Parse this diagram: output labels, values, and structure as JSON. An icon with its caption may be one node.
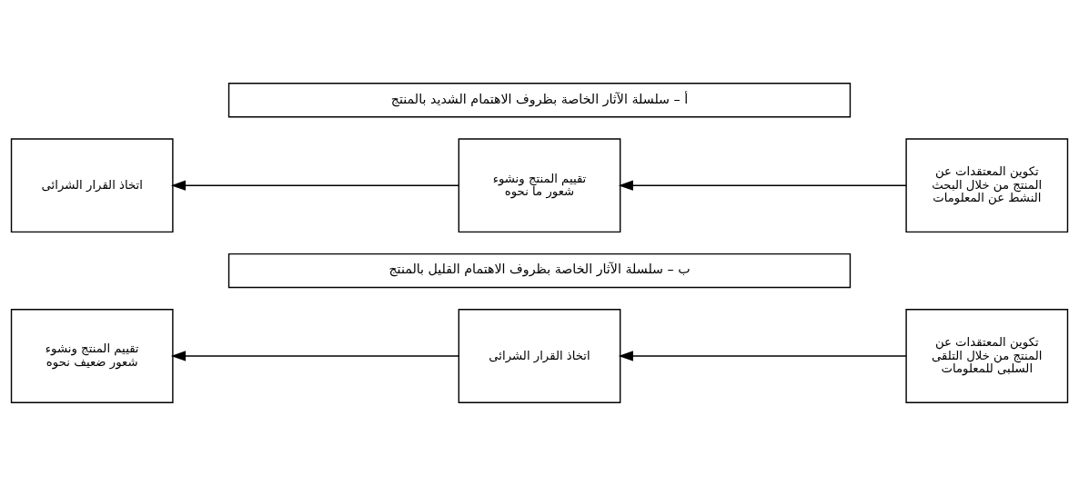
{
  "diagram": {
    "nodes": [
      {
        "text": [
          "أ – سلسلة الآثار الخاصة بظروف الاهتمام الشديد بالمنتج"
        ]
      },
      {
        "text": [
          "تكوين المعتقدات عن المنتج من خلال البحث النشط عن المعلومات"
        ]
      },
      {
        "text": [
          "تقييم المنتج ونشوء شعور ما نحوه"
        ]
      },
      {
        "text": [
          "اتخاذ القرار الشرائى"
        ]
      },
      {
        "text": [
          "ب – سلسلة الآثار الخاصة بظروف الاهتمام القليل بالمنتج"
        ]
      },
      {
        "text": [
          "تكوين المعتقدات عن المنتج من خلال التلقى السلبى للمعلومات"
        ]
      },
      {
        "text": [
          "اتخاذ القرار الشرائى"
        ]
      },
      {
        "text": [
          "تقييم المنتج ونشوء شعور ضعيف نحوه"
        ]
      }
    ],
    "edges": [
      {
        "from": 1,
        "to": 2,
        "arrow": "to"
      },
      {
        "from": 2,
        "to": 3,
        "arrow": "to"
      },
      {
        "from": 5,
        "to": 6,
        "arrow": "to"
      },
      {
        "from": 6,
        "to": 7,
        "arrow": "to"
      }
    ]
  }
}
